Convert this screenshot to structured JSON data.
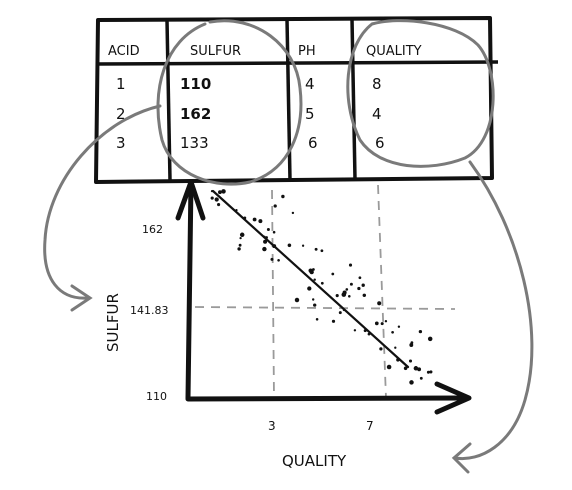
{
  "table": {
    "headers": [
      "ACID",
      "SULFUR",
      "PH",
      "QUALITY"
    ],
    "rows": [
      [
        "1",
        "110",
        "4",
        "8"
      ],
      [
        "2",
        "162",
        "5",
        "4"
      ],
      [
        "3",
        "133",
        "6",
        "6"
      ]
    ]
  },
  "chart_data": {
    "type": "scatter",
    "xlabel": "QUALITY",
    "ylabel": "SULFUR",
    "y_tick_labels": [
      "162",
      "141.83",
      "110"
    ],
    "x_tick_labels": [
      "3",
      "7"
    ],
    "trend_line": true,
    "grid": "dashed reference lines at ticks"
  },
  "colors": {
    "ink": "#111111",
    "highlight": "#7a7a7a",
    "dashed": "#9a9a9a"
  }
}
